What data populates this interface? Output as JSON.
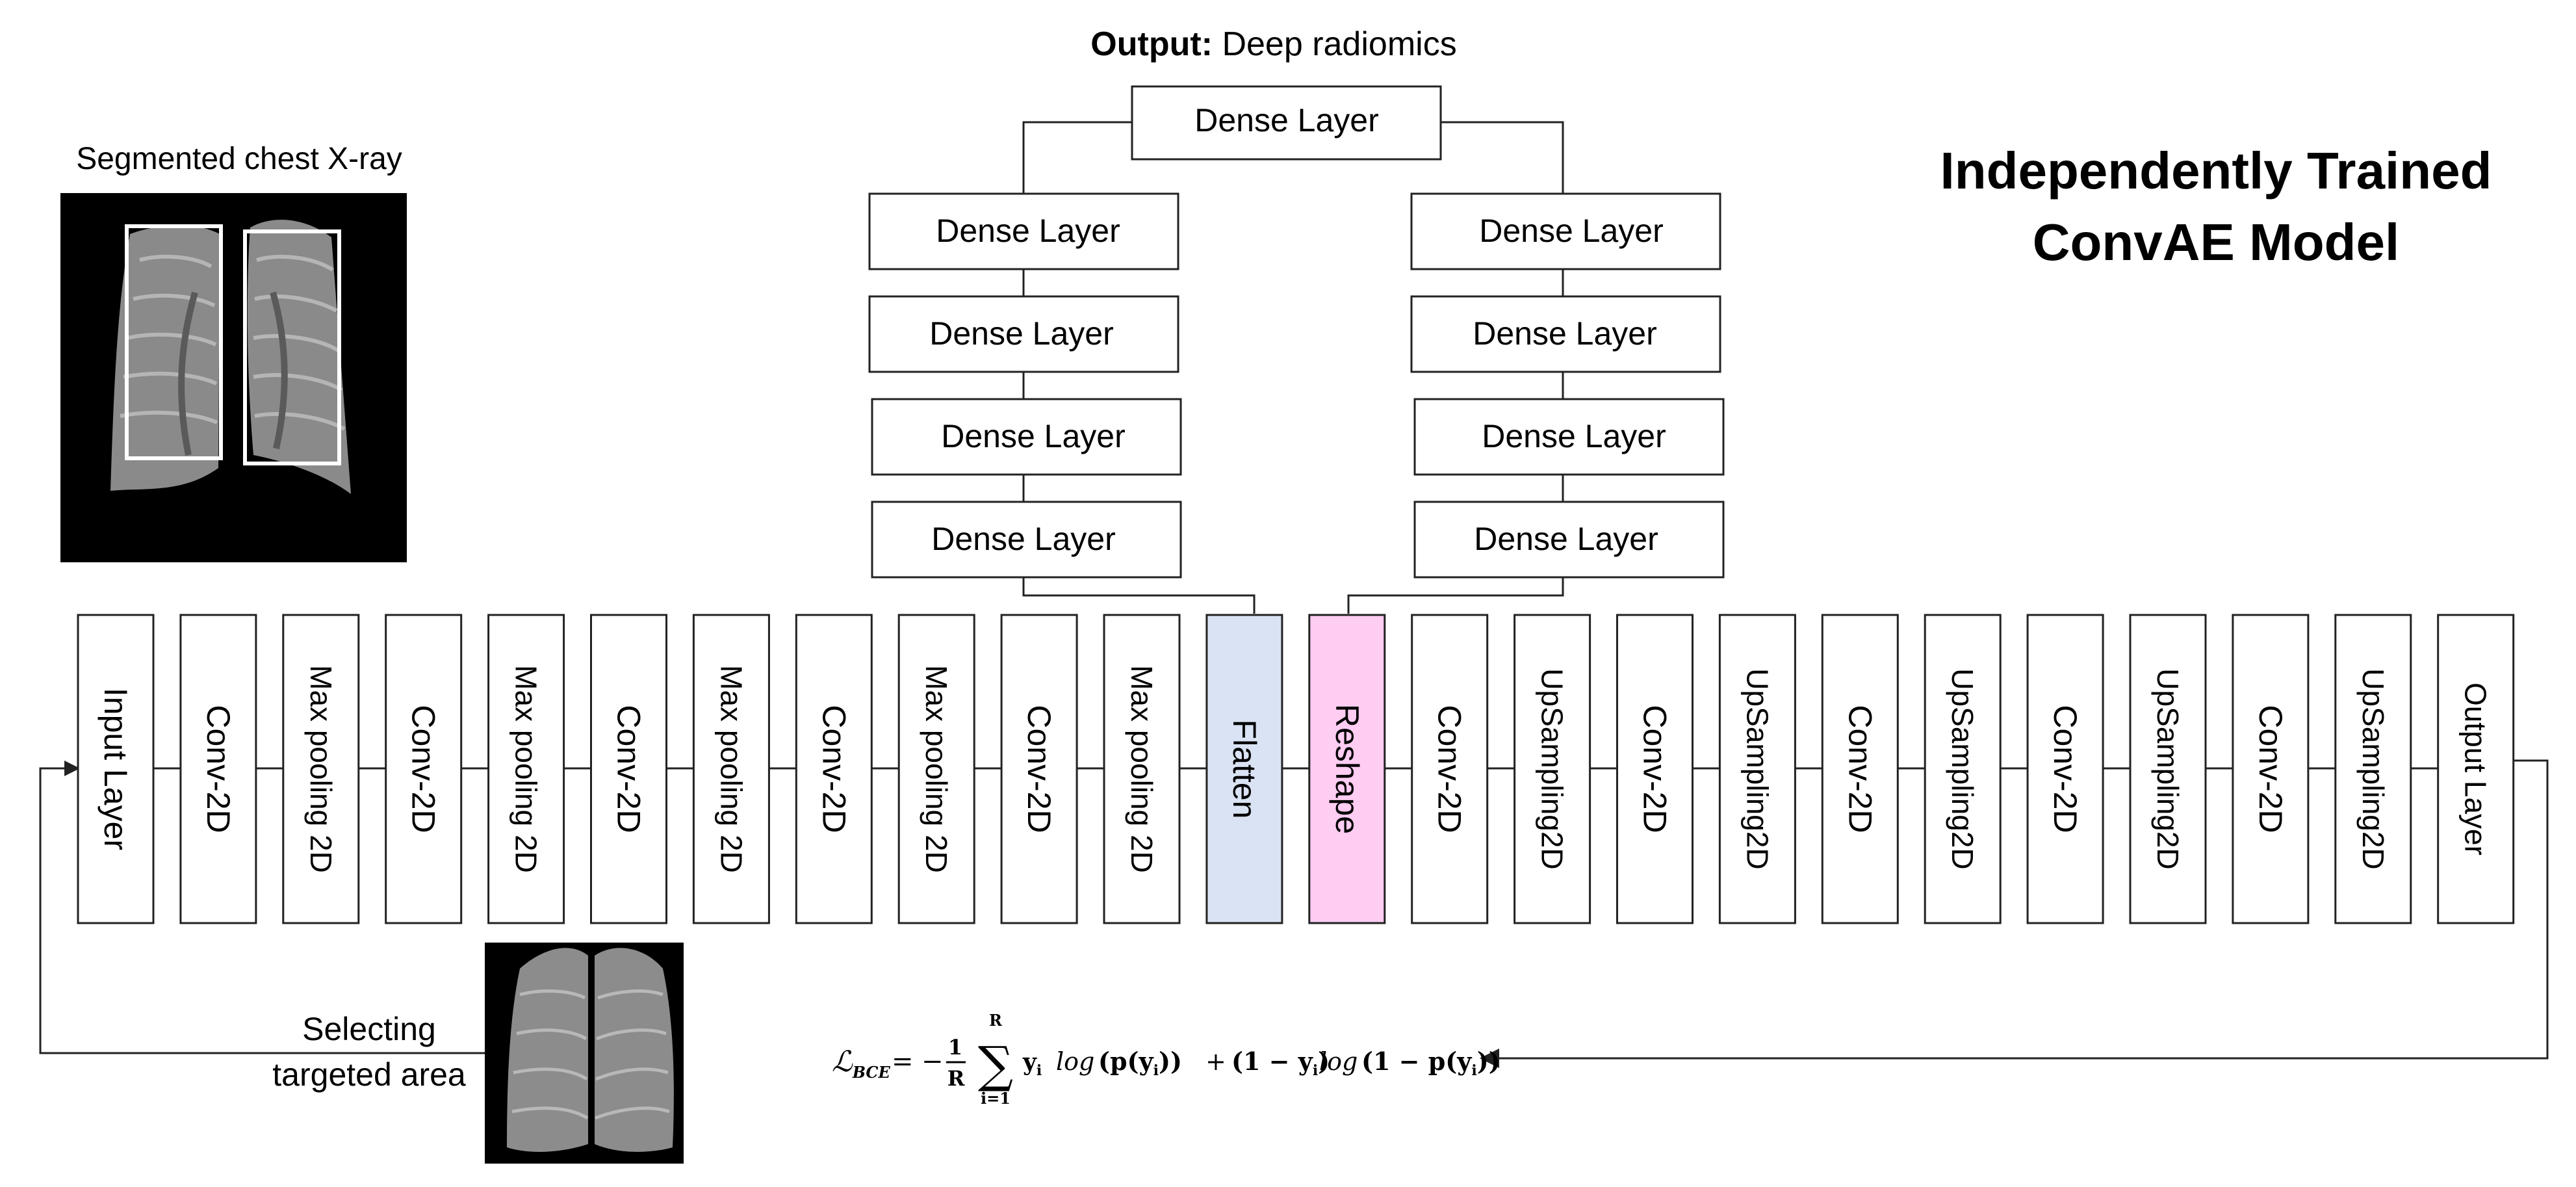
{
  "title": {
    "line1": "Independently Trained",
    "line2": "ConvAE Model"
  },
  "output_label": {
    "prefix": "Output:",
    "value": "Deep radiomics"
  },
  "images": {
    "segmented_caption": "Segmented chest X-ray",
    "selecting_line1": "Selecting",
    "selecting_line2": "targeted area"
  },
  "dense_layers": {
    "top": "Dense Layer",
    "left": [
      "Dense Layer",
      "Dense Layer",
      "Dense Layer",
      "Dense Layer"
    ],
    "right": [
      "Dense Layer",
      "Dense Layer",
      "Dense Layer",
      "Dense Layer"
    ]
  },
  "pipeline": [
    "Input Layer",
    "Conv-2D",
    "Max pooling 2D",
    "Conv-2D",
    "Max pooling 2D",
    "Conv-2D",
    "Max pooling 2D",
    "Conv-2D",
    "Max pooling 2D",
    "Conv-2D",
    "Max pooling 2D",
    "Flatten",
    "Reshape",
    "Conv-2D",
    "UpSampling2D",
    "Conv-2D",
    "UpSampling2D",
    "Conv-2D",
    "UpSampling2D",
    "Conv-2D",
    "UpSampling2D",
    "Conv-2D",
    "UpSampling2D",
    "Output Layer"
  ],
  "colors": {
    "flatten_fill": "#dae3f3",
    "reshape_fill": "#ffccf2",
    "box_stroke": "#222222",
    "xray_background": "#000000"
  },
  "loss_formula": {
    "lhs": "ℒ",
    "lhs_sub": "BCE",
    "equals": "=",
    "minus": "−",
    "frac_num": "1",
    "frac_den": "R",
    "sum_upper": "R",
    "sum_lower": "i=1",
    "sigma": "∑",
    "term1": "y",
    "term1_sub": "i",
    "log1": "log",
    "p1": "(p(y",
    "p1_sub": "i",
    "p1_close": "))",
    "plus": "+",
    "paren2": "(1 − y",
    "paren2_sub": "i",
    "paren2_close": ")",
    "log2": "log",
    "p2": "(1 − p(y",
    "p2_sub": "i",
    "p2_close": "))"
  }
}
